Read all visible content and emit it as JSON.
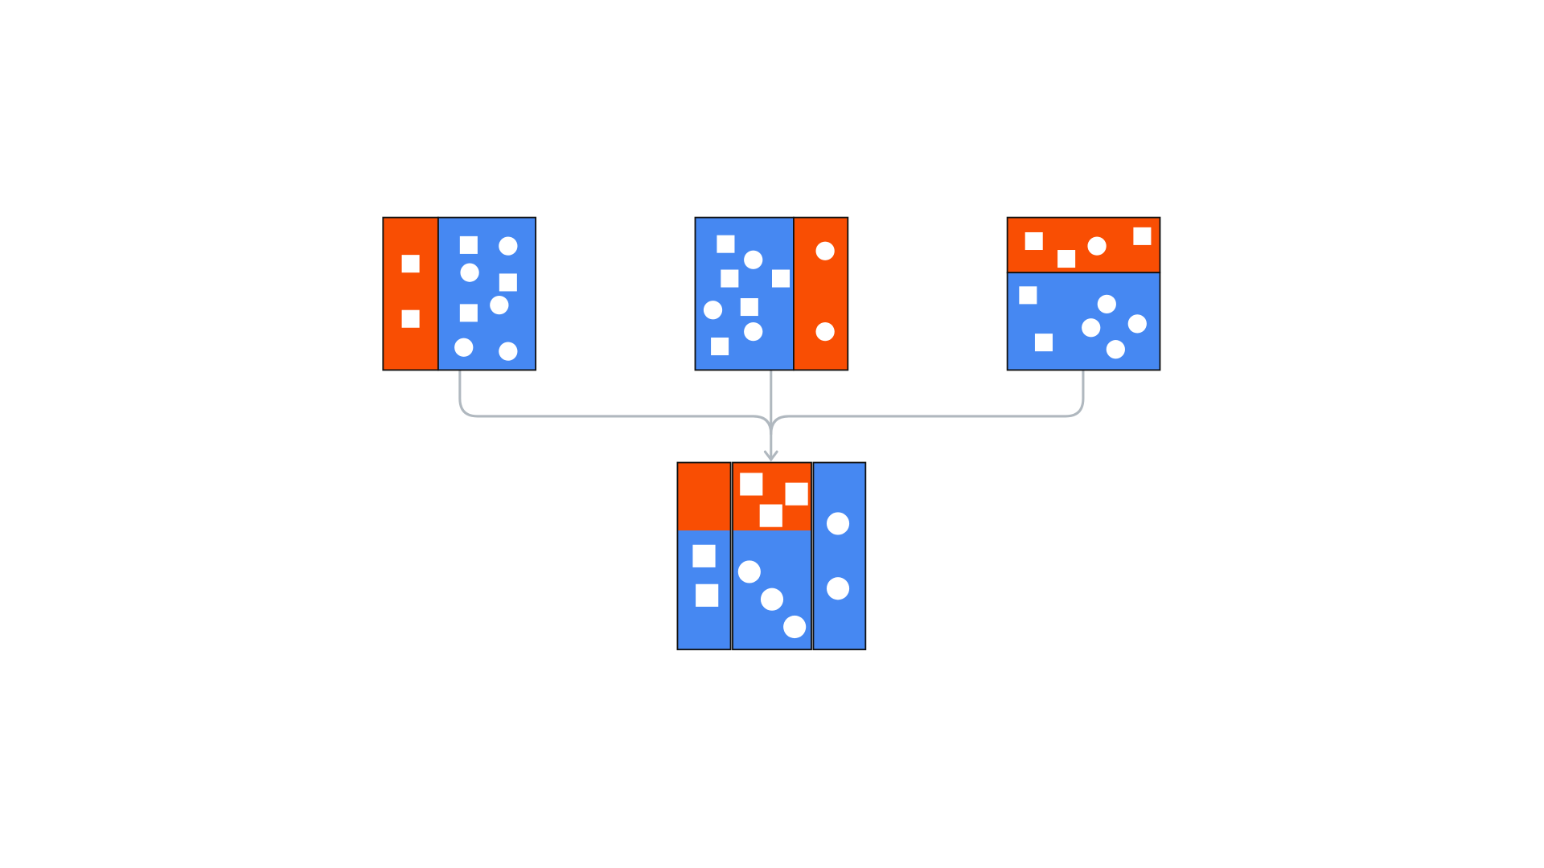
{
  "colors": {
    "orange": "#f94e03",
    "blue": "#4688f2",
    "marker": "#ffffff",
    "outline": "#111111",
    "connector": "#b0b8bf",
    "background": "#ffffff"
  },
  "icons": {
    "square": "square-marker",
    "circle": "circle-marker",
    "arrow": "arrow-down"
  }
}
